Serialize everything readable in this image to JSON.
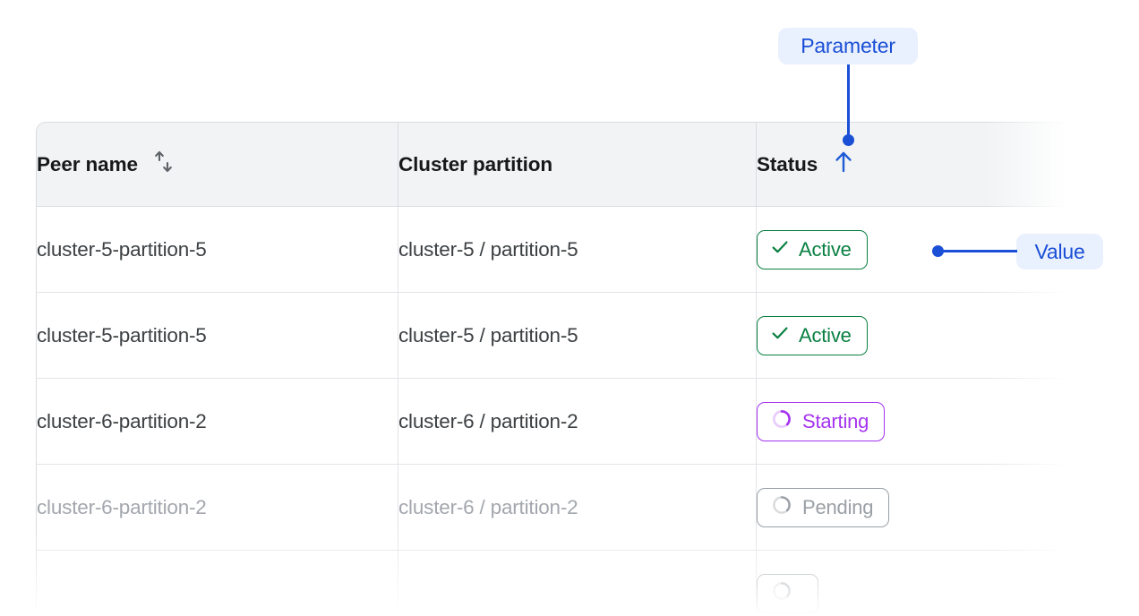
{
  "table": {
    "columns": [
      {
        "label": "Peer name",
        "sort_icon": "sort-updown-icon",
        "sorted": false
      },
      {
        "label": "Cluster partition",
        "sort_icon": null,
        "sorted": false
      },
      {
        "label": "Status",
        "sort_icon": "arrow-up-icon",
        "sorted": true
      }
    ],
    "rows": [
      {
        "peer_name": "cluster-5-partition-5",
        "cluster_partition": "cluster-5 / partition-5",
        "status": "Active",
        "status_kind": "active",
        "status_icon": "check-icon",
        "dimmed": false
      },
      {
        "peer_name": "cluster-5-partition-5",
        "cluster_partition": "cluster-5 / partition-5",
        "status": "Active",
        "status_kind": "active",
        "status_icon": "check-icon",
        "dimmed": false
      },
      {
        "peer_name": "cluster-6-partition-2",
        "cluster_partition": "cluster-6 / partition-2",
        "status": "Starting",
        "status_kind": "starting",
        "status_icon": "spinner-icon",
        "dimmed": false
      },
      {
        "peer_name": "cluster-6-partition-2",
        "cluster_partition": "cluster-6 / partition-2",
        "status": "Pending",
        "status_kind": "pending",
        "status_icon": "spinner-icon",
        "dimmed": true
      },
      {
        "peer_name": "",
        "cluster_partition": "",
        "status": "",
        "status_kind": "pending",
        "status_icon": "spinner-icon",
        "dimmed": true
      }
    ]
  },
  "annotations": {
    "parameter": {
      "label": "Parameter",
      "target": "status-column-header"
    },
    "value": {
      "label": "Value",
      "target": "status-badge-row-1"
    }
  },
  "colors": {
    "annotation_text": "#1a4fd6",
    "annotation_bg": "#eaf1fe",
    "status_active": "#0a8043",
    "status_starting": "#a533ef",
    "status_pending": "#9aa0a6",
    "header_bg": "#f1f3f4",
    "border": "#dadce0",
    "text_primary": "#3c4043",
    "text_dimmed": "#a3a7ad"
  }
}
